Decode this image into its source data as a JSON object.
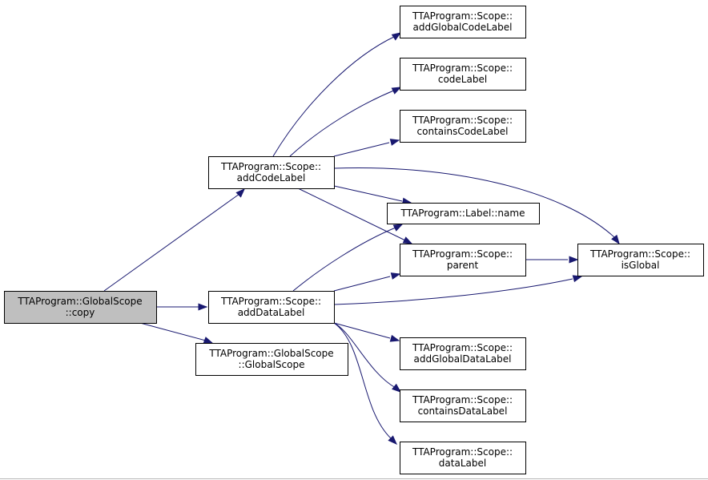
{
  "graph": {
    "colors": {
      "root_fill": "#bfbfbf",
      "node_fill": "#ffffff",
      "edge": "#191970",
      "border": "#000000"
    },
    "nodes": {
      "copy": {
        "lines": [
          "TTAProgram::GlobalScope",
          "::copy"
        ],
        "root": true
      },
      "addCodeLabel": {
        "lines": [
          "TTAProgram::Scope::",
          "addCodeLabel"
        ]
      },
      "addDataLabel": {
        "lines": [
          "TTAProgram::Scope::",
          "addDataLabel"
        ]
      },
      "GlobalScope": {
        "lines": [
          "TTAProgram::GlobalScope",
          "::GlobalScope"
        ]
      },
      "addGlobalCodeLabel": {
        "lines": [
          "TTAProgram::Scope::",
          "addGlobalCodeLabel"
        ]
      },
      "codeLabel": {
        "lines": [
          "TTAProgram::Scope::",
          "codeLabel"
        ]
      },
      "containsCodeLabel": {
        "lines": [
          "TTAProgram::Scope::",
          "containsCodeLabel"
        ]
      },
      "labelName": {
        "lines": [
          "TTAProgram::Label::name"
        ]
      },
      "parent": {
        "lines": [
          "TTAProgram::Scope::",
          "parent"
        ]
      },
      "isGlobal": {
        "lines": [
          "TTAProgram::Scope::",
          "isGlobal"
        ]
      },
      "addGlobalDataLabel": {
        "lines": [
          "TTAProgram::Scope::",
          "addGlobalDataLabel"
        ]
      },
      "containsDataLabel": {
        "lines": [
          "TTAProgram::Scope::",
          "containsDataLabel"
        ]
      },
      "dataLabel": {
        "lines": [
          "TTAProgram::Scope::",
          "dataLabel"
        ]
      }
    },
    "edges": [
      [
        "copy",
        "addCodeLabel"
      ],
      [
        "copy",
        "addDataLabel"
      ],
      [
        "copy",
        "GlobalScope"
      ],
      [
        "addCodeLabel",
        "addGlobalCodeLabel"
      ],
      [
        "addCodeLabel",
        "codeLabel"
      ],
      [
        "addCodeLabel",
        "containsCodeLabel"
      ],
      [
        "addCodeLabel",
        "isGlobal"
      ],
      [
        "addCodeLabel",
        "labelName"
      ],
      [
        "addCodeLabel",
        "parent"
      ],
      [
        "addDataLabel",
        "labelName"
      ],
      [
        "addDataLabel",
        "parent"
      ],
      [
        "addDataLabel",
        "isGlobal"
      ],
      [
        "addDataLabel",
        "addGlobalDataLabel"
      ],
      [
        "addDataLabel",
        "containsDataLabel"
      ],
      [
        "addDataLabel",
        "dataLabel"
      ],
      [
        "parent",
        "isGlobal"
      ]
    ]
  }
}
